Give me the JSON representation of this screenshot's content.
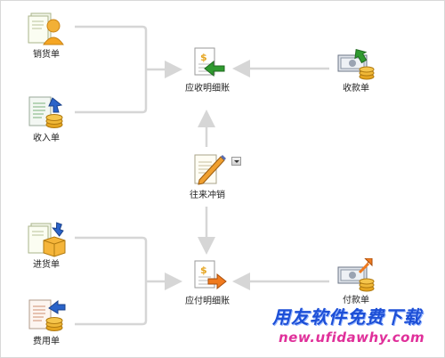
{
  "nodes": {
    "sales_order": "销货单",
    "income_order": "收入单",
    "receivable_ledger": "应收明细账",
    "receipt_order": "收款单",
    "offset": "往来冲销",
    "purchase_order": "进货单",
    "expense_order": "费用单",
    "payable_ledger": "应付明细账",
    "payment_order": "付款单"
  },
  "watermark": {
    "title": "用友软件免费下载",
    "url": "new.ufidawhy.com"
  },
  "colors": {
    "connector": "#d6d6d6",
    "arrow_in_green": "#2f9a2f",
    "arrow_out_orange": "#f07a1e",
    "coin_gold": "#e5a521",
    "watermark_blue": "#1d4fd6",
    "watermark_pink": "#e0309a"
  },
  "icons": {
    "sales_order": "document-with-user-icon",
    "income_order": "document-with-coins-icon",
    "receivable_ledger": "ledger-dollar-arrow-in-icon",
    "receipt_order": "cash-arrow-in-icon",
    "offset": "document-pen-icon",
    "purchase_order": "document-with-box-icon",
    "expense_order": "document-with-coins-icon",
    "payable_ledger": "ledger-dollar-arrow-out-icon",
    "payment_order": "cash-arrow-out-icon"
  }
}
